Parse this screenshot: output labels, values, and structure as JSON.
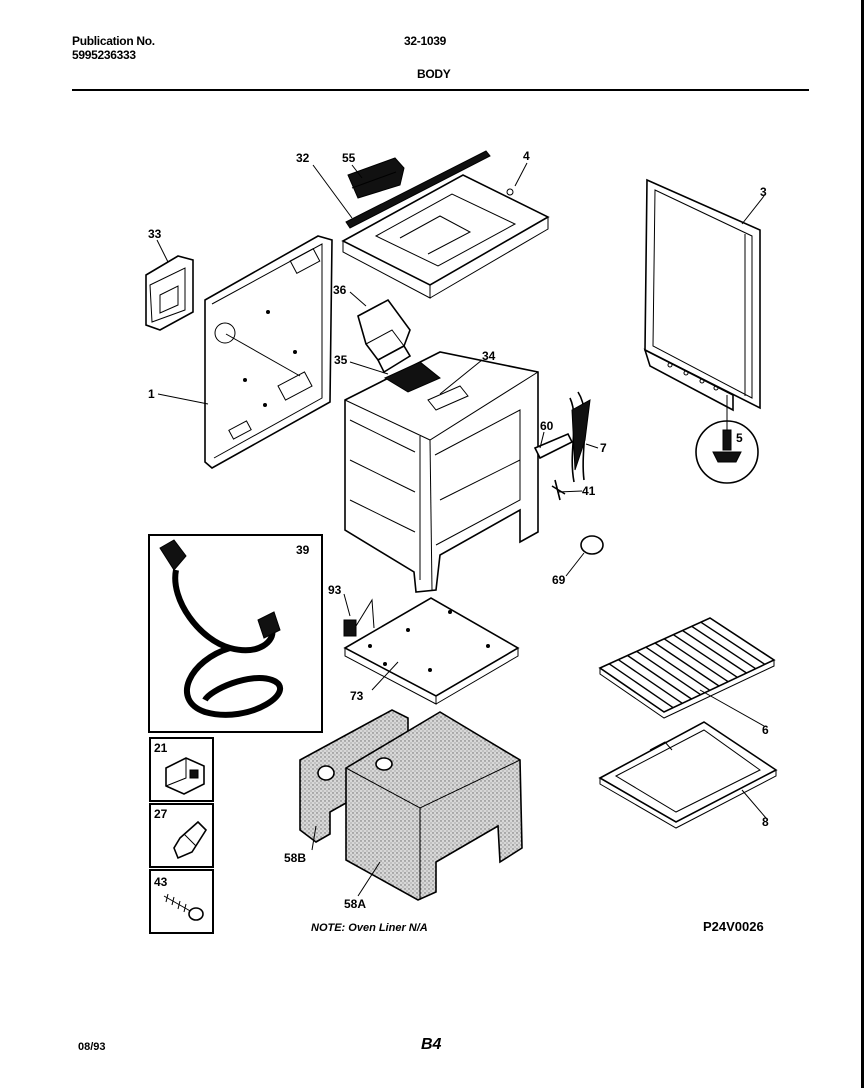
{
  "header": {
    "publication_label": "Publication No.",
    "publication_number": "5995236333",
    "doc_number": "32-1039",
    "section_title": "BODY"
  },
  "parts": {
    "p1": "1",
    "p3": "3",
    "p4": "4",
    "p5": "5",
    "p6": "6",
    "p7": "7",
    "p8": "8",
    "p21": "21",
    "p27": "27",
    "p32": "32",
    "p33": "33",
    "p34": "34",
    "p35": "35",
    "p36": "36",
    "p39": "39",
    "p41": "41",
    "p43": "43",
    "p55": "55",
    "p58a": "58A",
    "p58b": "58B",
    "p60": "60",
    "p69": "69",
    "p73": "73",
    "p93": "93"
  },
  "footer": {
    "note": "NOTE: Oven Liner N/A",
    "diagram_code": "P24V0026",
    "date": "08/93",
    "page": "B4"
  }
}
